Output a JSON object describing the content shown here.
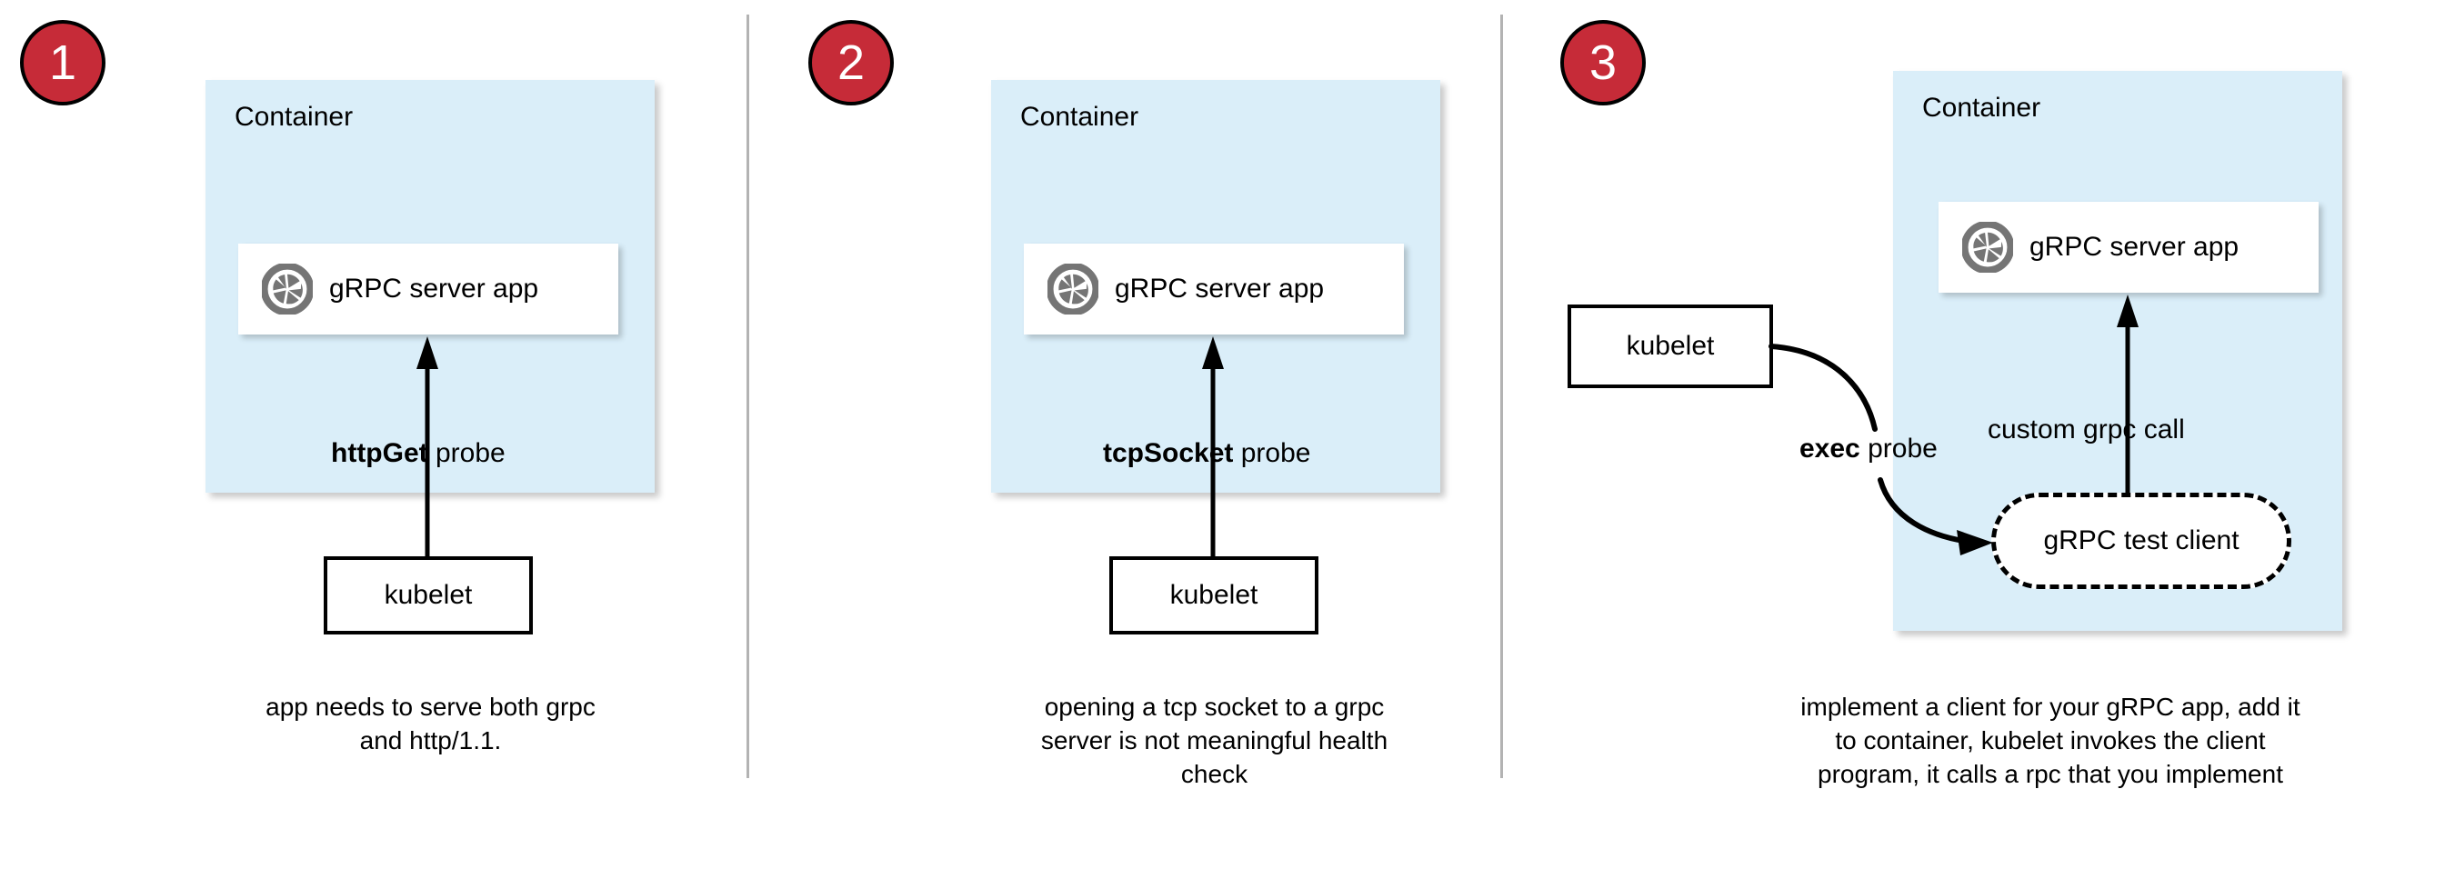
{
  "diagram": {
    "title": "gRPC health check probe approaches",
    "colors": {
      "badge_fill": "#c62b38",
      "badge_border": "#000000",
      "badge_text": "#ffffff",
      "container_fill": "#daeef9",
      "app_box_fill": "#ffffff",
      "icon_gray": "#757575",
      "divider": "#b3b3b3",
      "stroke": "#000000"
    }
  },
  "panels": [
    {
      "badge": "1",
      "container_label": "Container",
      "app_label": "gRPC server app",
      "app_icon": "grpc-aperture-icon",
      "probe_bold": "httpGet",
      "probe_rest": " probe",
      "kubelet_label": "kubelet",
      "caption": "app needs to serve both grpc\nand http/1.1."
    },
    {
      "badge": "2",
      "container_label": "Container",
      "app_label": "gRPC server app",
      "app_icon": "grpc-aperture-icon",
      "probe_bold": "tcpSocket",
      "probe_rest": " probe",
      "kubelet_label": "kubelet",
      "caption": "opening a tcp socket to a grpc\nserver is not meaningful health\ncheck"
    },
    {
      "badge": "3",
      "container_label": "Container",
      "app_label": "gRPC server app",
      "app_icon": "grpc-aperture-icon",
      "probe_bold": "exec",
      "probe_rest": " probe",
      "kubelet_label": "kubelet",
      "test_client_label": "gRPC test client",
      "call_label": "custom grpc call",
      "caption": "implement a client for your gRPC app, add it\nto container, kubelet invokes the client\nprogram, it calls a rpc that you implement"
    }
  ]
}
